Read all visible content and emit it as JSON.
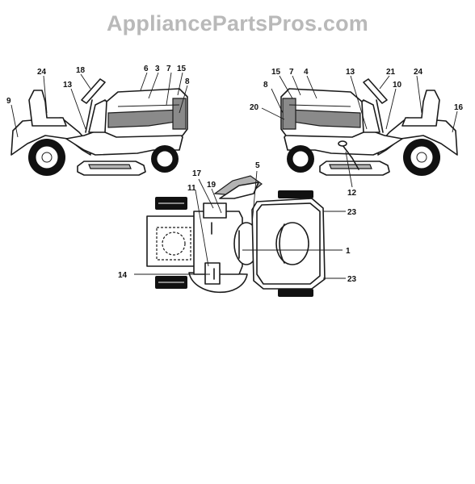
{
  "watermark": "AppliancePartsPros.com",
  "callouts": {
    "left_view": [
      "24",
      "18",
      "6",
      "3",
      "7",
      "15",
      "8",
      "13",
      "9"
    ],
    "right_view": [
      "15",
      "7",
      "4",
      "13",
      "21",
      "10",
      "24",
      "16",
      "8",
      "20",
      "12"
    ],
    "top_view": [
      "17",
      "19",
      "5",
      "11",
      "23",
      "1",
      "14",
      "23"
    ]
  }
}
